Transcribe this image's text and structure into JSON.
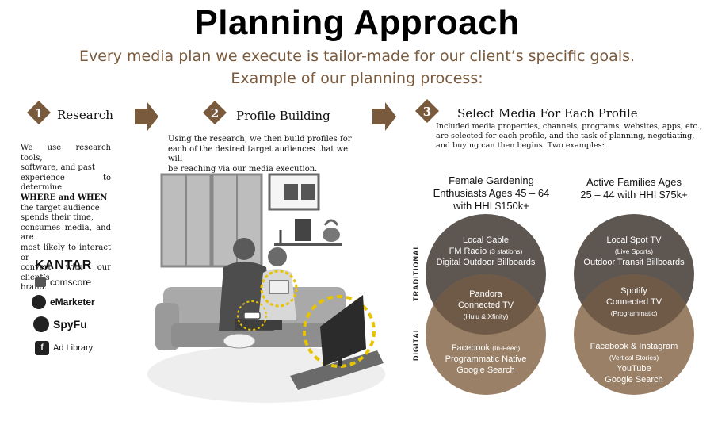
{
  "title": "Planning Approach",
  "subtitle_line1": "Every media plan we execute is tailor-made for our client’s specific goals.",
  "subtitle_line2": "Example of our planning process:",
  "colors": {
    "accent_brown": "#7a5a3c",
    "dark_venn": "#5e5650",
    "light_venn": "#9a8066",
    "overlap": "#6f5a48",
    "highlight": "#e8c400"
  },
  "steps": [
    {
      "number": "1",
      "title": "Research"
    },
    {
      "number": "2",
      "title": "Profile Building"
    },
    {
      "number": "3",
      "title": "Select Media For Each Profile"
    }
  ],
  "research": {
    "lines": [
      "We use research tools,",
      "software, and past",
      "experience to determine",
      "WHERE and WHEN",
      "the target audience",
      "spends their time,",
      "consumes media, and are",
      "most likely to interact or",
      "convert with our client’s",
      "brand."
    ]
  },
  "profile_building": {
    "lines": [
      "Using the research, we then build profiles for",
      "each of the desired target audiences that we will",
      "be reaching via our media execution."
    ]
  },
  "select_media": {
    "lines": [
      "Included media properties, channels, programs, websites, apps, etc.,",
      "are selected for each profile, and the task of planning, negotiating,",
      "and buying can then begins.  Two examples:"
    ]
  },
  "logos": {
    "kantar": "KANTAR",
    "comscore": "comscore",
    "emarketer": "eMarketer",
    "spyfu": "SpyFu",
    "adlibrary": "Ad Library"
  },
  "axis_labels": {
    "traditional": "TRADITIONAL",
    "digital": "DIGITAL"
  },
  "profiles": [
    {
      "heading": [
        "Female Gardening",
        "Enthusiasts Ages 45 – 64",
        "with HHI $150k+"
      ],
      "traditional": [
        "Local Cable",
        "FM Radio",
        "(3 stations)",
        "Digital Outdoor Billboards"
      ],
      "overlap": [
        "Pandora",
        "Connected TV",
        "(Hulu & Xfinity)"
      ],
      "digital": [
        "Facebook",
        "(In-Feed)",
        "Programmatic Native",
        "Google Search"
      ]
    },
    {
      "heading": [
        "Active Families Ages",
        "25 – 44 with HHI $75k+"
      ],
      "traditional": [
        "Local Spot TV",
        "(Live Sports)",
        "Outdoor Transit Billboards"
      ],
      "overlap": [
        "Spotify",
        "Connected TV",
        "(Programmatic)"
      ],
      "digital": [
        "Facebook & Instagram",
        "(Vertical Stories)",
        "YouTube",
        "Google Search"
      ]
    }
  ]
}
